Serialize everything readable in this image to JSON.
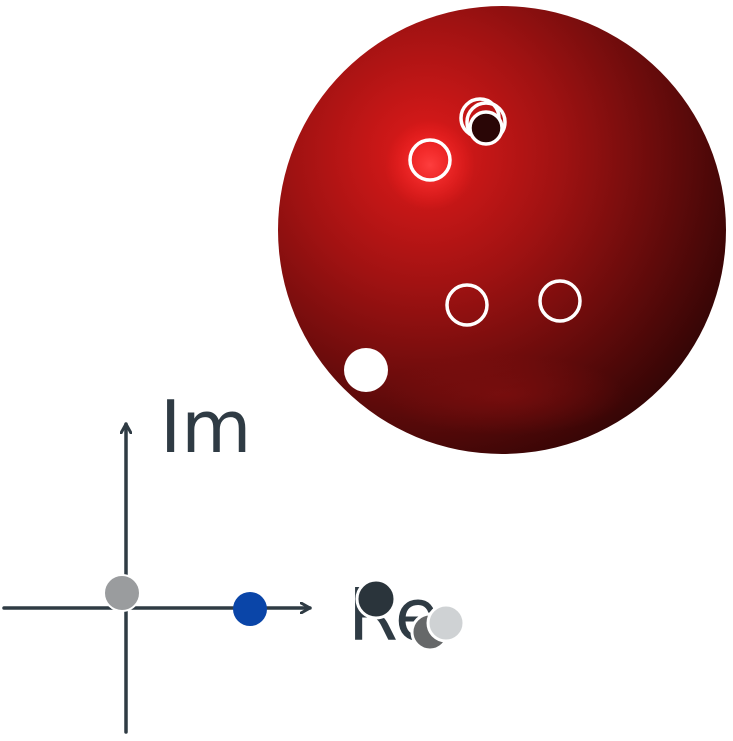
{
  "axes": {
    "imaginary_label": "Im",
    "real_label": "Re",
    "color": "#2f3b44"
  },
  "sphere": {
    "color_highlight": "#e01a1a",
    "color_mid": "#a01212",
    "color_shadow": "#1a0202",
    "marker_outline_color": "#ffffff",
    "rings_count": 6,
    "filled_marker_color": "#ffffff"
  },
  "plane_points": {
    "origin_color": "#9a9c9e",
    "real_axis_point_color": "#0a45a8",
    "cluster_colors": [
      "#2a343b",
      "#666869",
      "#cfd2d4"
    ]
  }
}
